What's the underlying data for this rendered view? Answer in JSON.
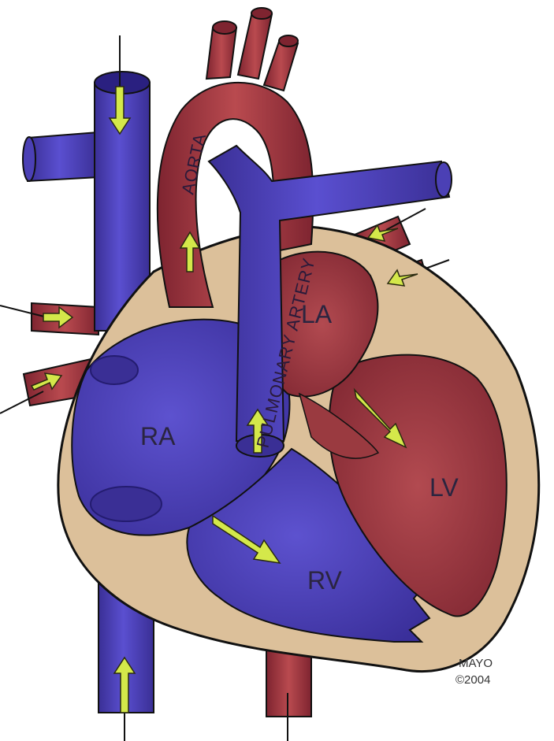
{
  "labels": {
    "aorta": "AORTA",
    "pulmonary_artery": "PULMONARY ARTERY",
    "la": "LA",
    "ra": "RA",
    "lv": "LV",
    "rv": "RV"
  },
  "credit": {
    "line1": "MAYO",
    "line2": "©2004"
  },
  "colors": {
    "deoxygenated": "#4b3fb0",
    "oxygenated": "#a8393f",
    "wall": "#dcc09a",
    "arrow": "#d4e84a"
  }
}
